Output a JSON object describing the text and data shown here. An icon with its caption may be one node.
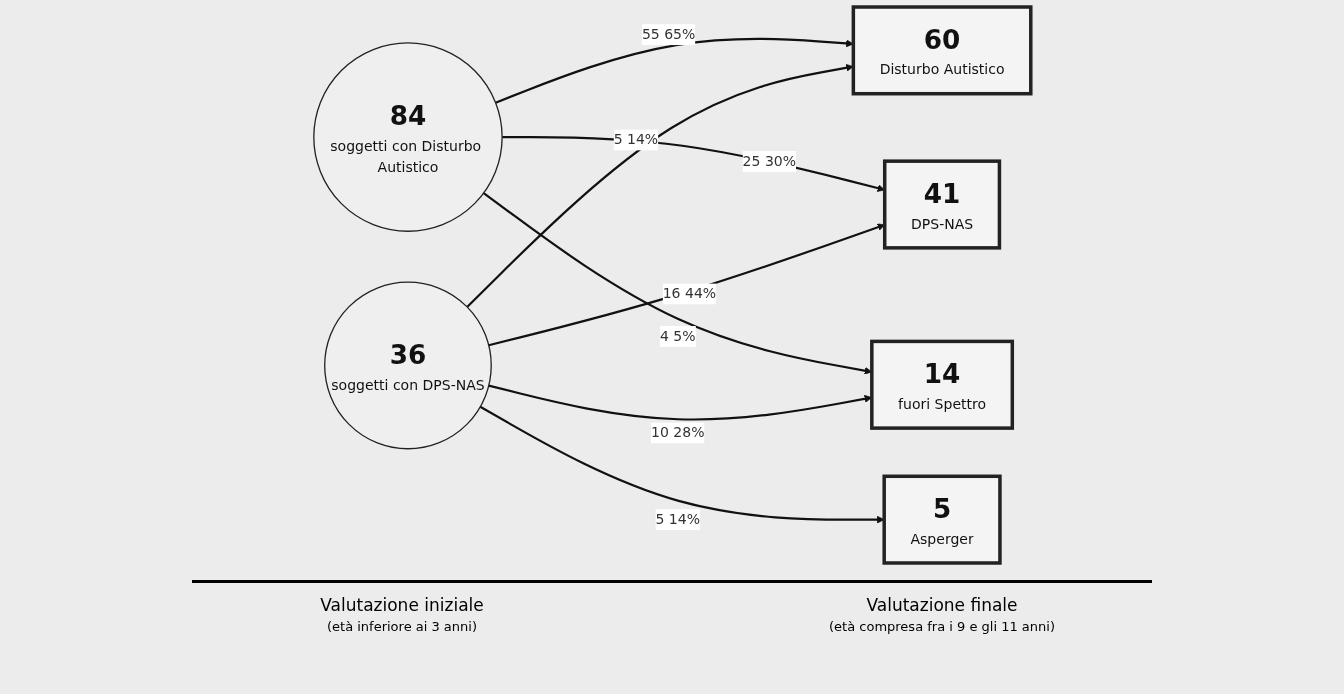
{
  "diagram": {
    "nodes": [
      {
        "text": [
          "84",
          "soggetti con Disturbo Autistico"
        ]
      },
      {
        "text": [
          "36",
          "soggetti con DPS-NAS"
        ]
      },
      {
        "text": [
          "60",
          "Disturbo Autistico"
        ]
      },
      {
        "text": [
          "41",
          "DPS-NAS"
        ]
      },
      {
        "text": [
          "5",
          "Asperger"
        ]
      },
      {
        "text": [
          "14",
          "fuori Spettro"
        ]
      }
    ],
    "edges": [
      {
        "from": 0,
        "to": 2,
        "arrow": "to",
        "label": "55 65%"
      },
      {
        "from": 0,
        "to": 3,
        "arrow": "to",
        "label": "25 30%"
      },
      {
        "from": 0,
        "to": 5,
        "arrow": "to",
        "label": "4 5%"
      },
      {
        "from": 1,
        "to": 2,
        "arrow": "to",
        "label": "5 14%"
      },
      {
        "from": 1,
        "to": 3,
        "arrow": "to",
        "label": "16 44%"
      },
      {
        "from": 1,
        "to": 4,
        "arrow": "to",
        "label": "5 14%"
      },
      {
        "from": 1,
        "to": 5,
        "arrow": "to",
        "label": "10 28%"
      }
    ],
    "labels": [
      "Valutazione iniziale",
      "(età inferiore ai 3 anni)",
      "Valutazione finale",
      "(età compresa fra i 9 e gli 11 anni)"
    ]
  }
}
